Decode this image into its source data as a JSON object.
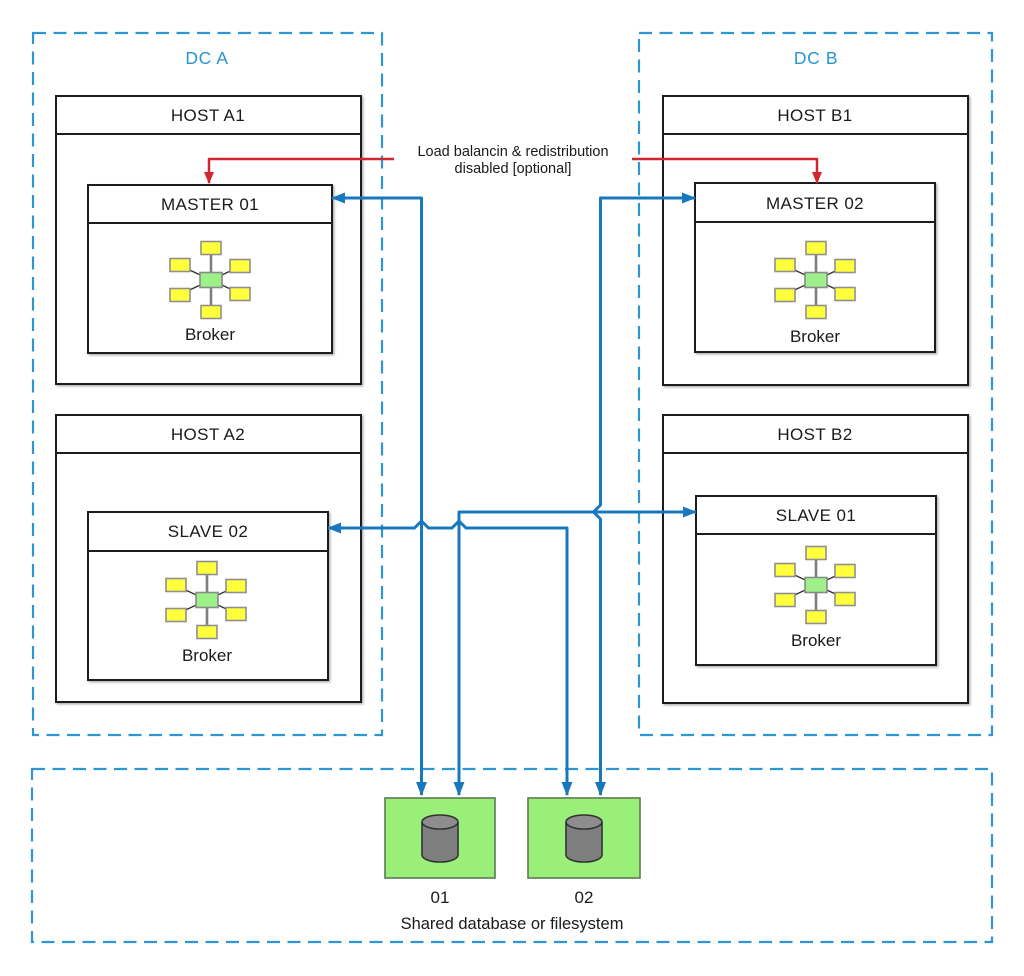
{
  "dc_a": {
    "label": "DC A",
    "hosts": [
      {
        "label": "HOST A1",
        "broker": {
          "name": "MASTER 01",
          "caption": "Broker"
        }
      },
      {
        "label": "HOST A2",
        "broker": {
          "name": "SLAVE 02",
          "caption": "Broker"
        }
      }
    ]
  },
  "dc_b": {
    "label": "DC B",
    "hosts": [
      {
        "label": "HOST B1",
        "broker": {
          "name": "MASTER 02",
          "caption": "Broker"
        }
      },
      {
        "label": "HOST B2",
        "broker": {
          "name": "SLAVE 01",
          "caption": "Broker"
        }
      }
    ]
  },
  "annotation": {
    "line1": "Load balancin & redistribution",
    "line2": "disabled [optional]"
  },
  "storage": {
    "label": "Shared database or filesystem",
    "databases": [
      {
        "label": "01"
      },
      {
        "label": "02"
      }
    ]
  },
  "colors": {
    "dashed_border": "#2f96d3",
    "dc_label": "#2596d1",
    "arrow_blue": "#1878be",
    "arrow_red": "#cf2630",
    "box_border": "#1c1c1c",
    "database_green": "#9aef79",
    "broker_node_yellow": "#ffff3c",
    "broker_center_green": "#9ef089",
    "cylinder_gray": "#7f7f7f"
  }
}
